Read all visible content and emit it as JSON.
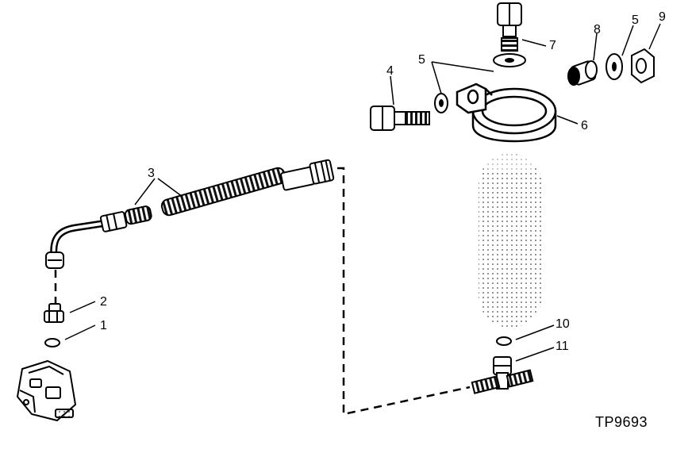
{
  "callouts": {
    "c1": "1",
    "c2": "2",
    "c3": "3",
    "c4": "4",
    "c5a": "5",
    "c5b": "5",
    "c6": "6",
    "c7": "7",
    "c8": "8",
    "c9": "9",
    "c10": "10",
    "c11": "11"
  },
  "figure_code": "TP9693"
}
